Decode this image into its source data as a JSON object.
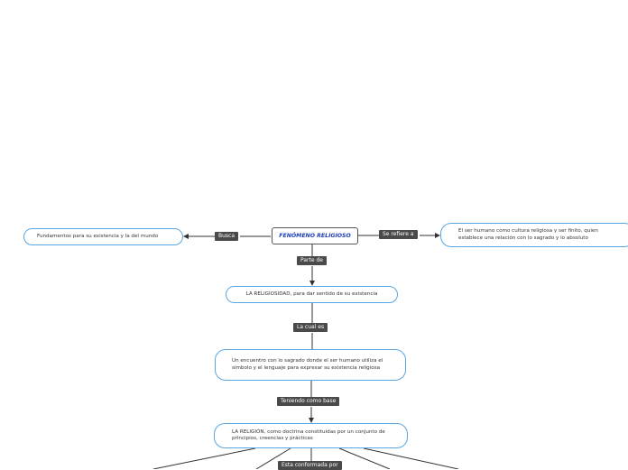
{
  "root": {
    "label": "FENÓMENO RELIGIOSO"
  },
  "left_node": {
    "text": "Fundamentos para su existencia y la del mundo"
  },
  "right_node": {
    "text": "El ser humano como cultura religiosa y ser finito, quien establece una relación con lo sagrado y lo absoluto"
  },
  "node_religiosidad": {
    "text": "LA RELIGIOSIDAD, para dar sentido de su existencia"
  },
  "node_encuentro": {
    "text": "Un encuentro con lo sagrado donde el ser humano utiliza el símbolo y el lenguaje para expresar su existencia religiosa"
  },
  "node_religion": {
    "text": "LA RELIGIÓN, como doctrina constituidas por un conjunto de principios, creencias y prácticas"
  },
  "links": {
    "busca": "Busca",
    "se_refiere_a": "Se refiere a",
    "parte_de": "Parte de",
    "la_cual_es": "La cual es",
    "teniendo_como_base": "Teniendo como base",
    "esta_conformada_por": "Esta conformada por"
  },
  "colors": {
    "node_border": "#5aa6e0",
    "root_border": "#555555",
    "root_text": "#1f3fb5",
    "label_bg": "#4a4a4a",
    "wire": "#333333"
  }
}
